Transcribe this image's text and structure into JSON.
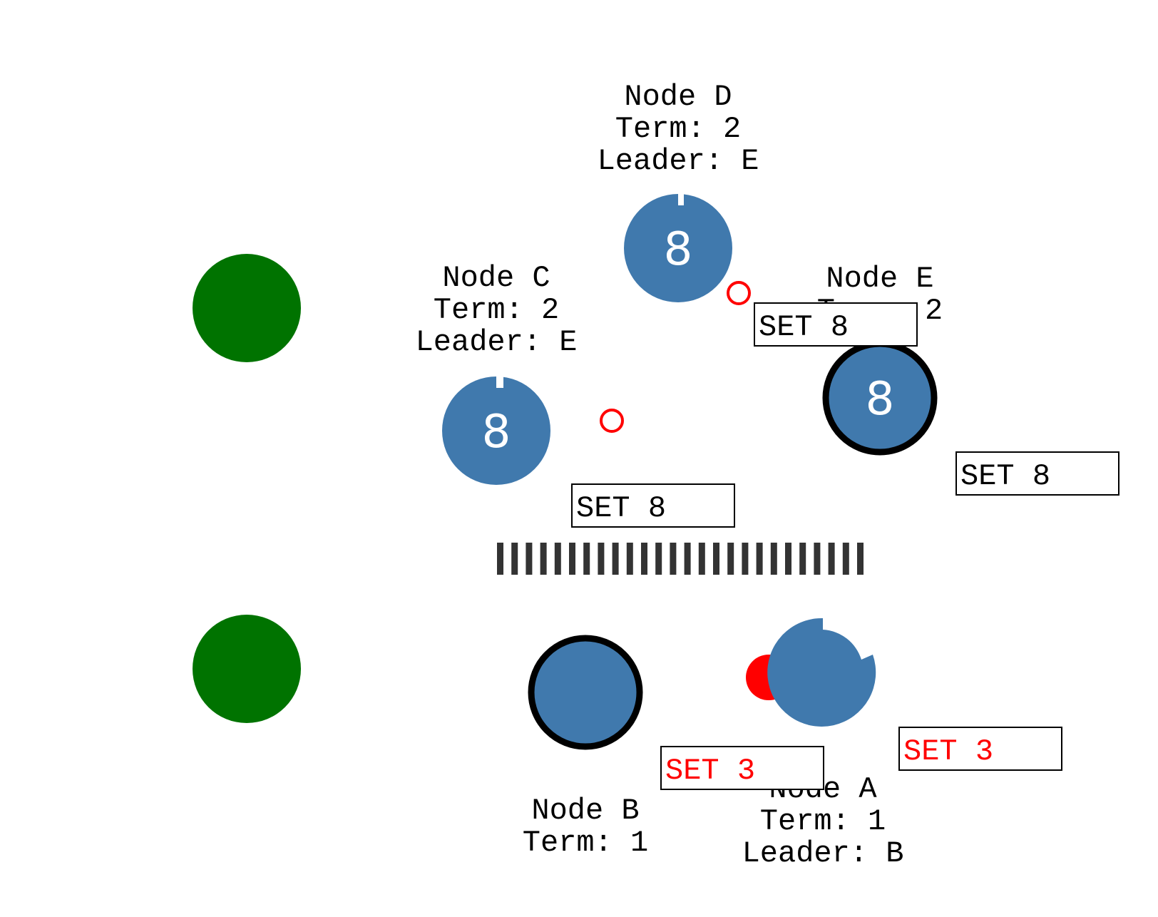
{
  "colors": {
    "node_fill": "#4079ad",
    "leader_stroke": "#000000",
    "client_fill": "#007300",
    "message_red": "#ff0000",
    "partition": "#333333",
    "committed_text": "#000000",
    "uncommitted_text": "#ff0000"
  },
  "nodes": {
    "d": {
      "name": "Node D",
      "term": "Term: 2",
      "leader": "Leader: E",
      "value": "8"
    },
    "c": {
      "name": "Node C",
      "term": "Term: 2",
      "leader": "Leader: E",
      "value": "8"
    },
    "e": {
      "name": "Node E",
      "term": "Term: 2",
      "value": "8"
    },
    "b": {
      "name": "Node B",
      "term": "Term: 1"
    },
    "a": {
      "name": "Node A",
      "term": "Term: 1",
      "leader": "Leader: B"
    }
  },
  "messages": {
    "d_log": "SET 8",
    "c_log": "SET 8",
    "e_log": "SET 8",
    "b_log": "SET 3",
    "a_log": "SET 3"
  }
}
